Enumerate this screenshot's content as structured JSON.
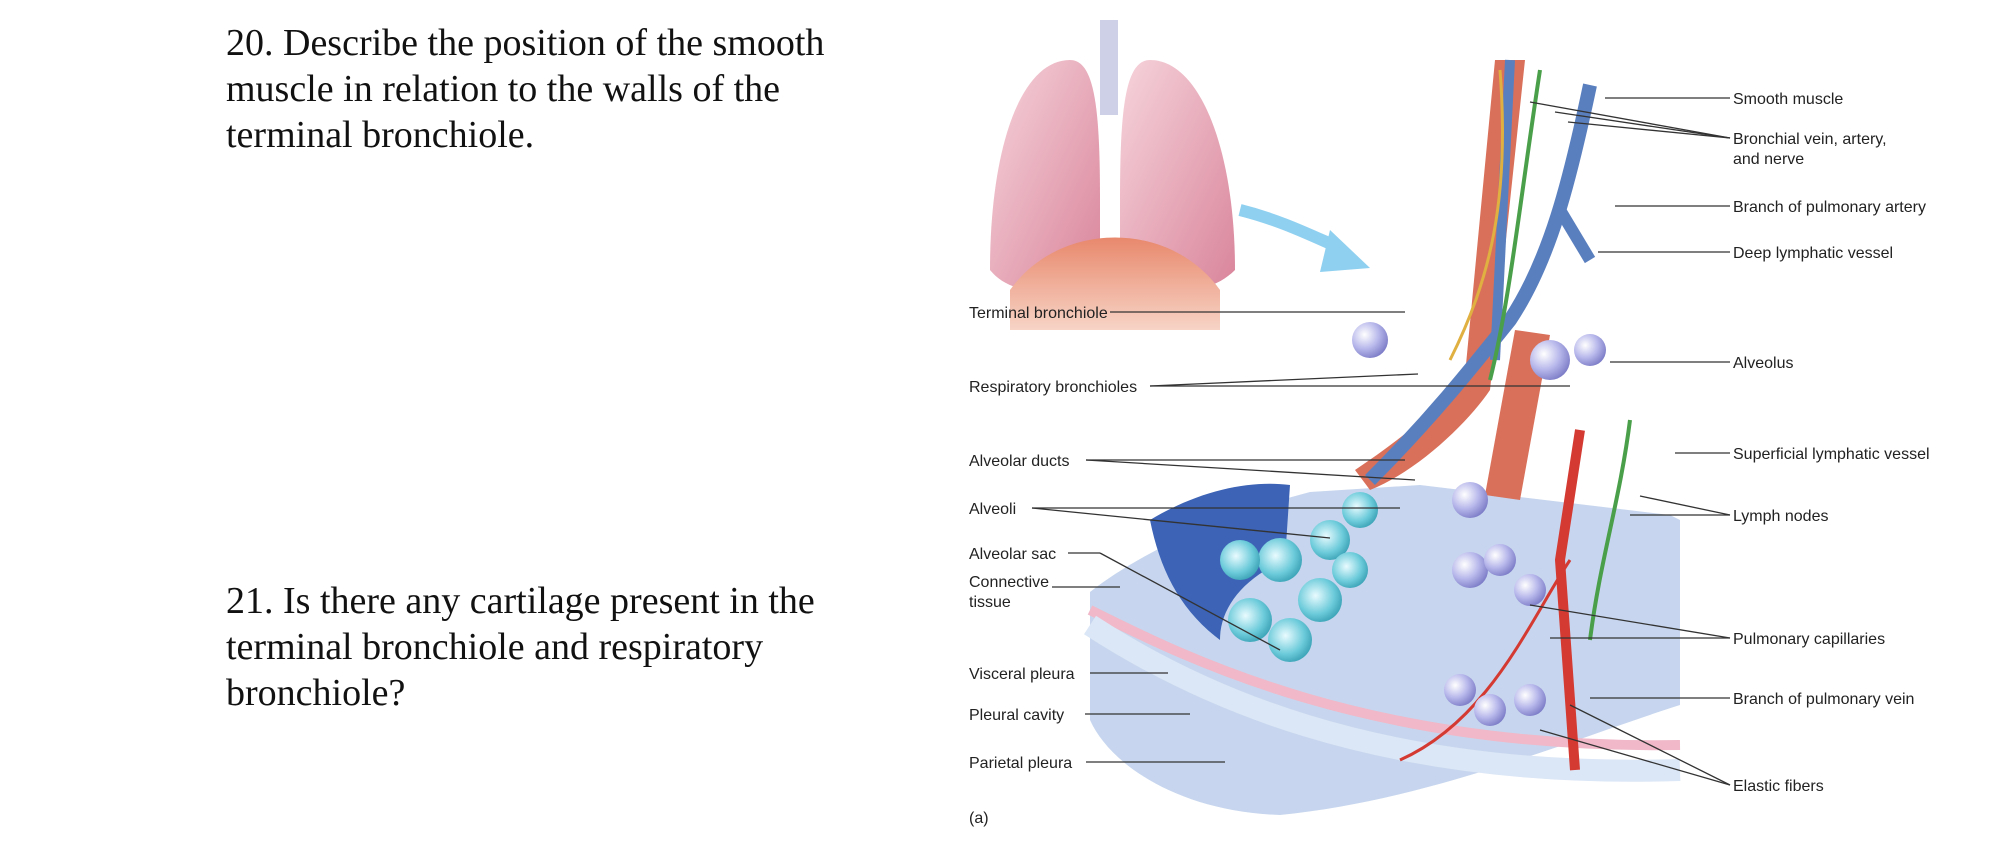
{
  "questions": [
    {
      "text": "20.  Describe the position of the smooth\nmuscle in relation to the walls of the\nterminal bronchiole."
    },
    {
      "text": "21.  Is there any cartilage present in the\nterminal bronchiole and respiratory\nbronchiole?"
    }
  ],
  "figure": {
    "panel_label": "(a)",
    "left_labels": {
      "terminal_bronchiole": "Terminal bronchiole",
      "respiratory_bronchioles": "Respiratory bronchioles",
      "alveolar_ducts": "Alveolar ducts",
      "alveoli": "Alveoli",
      "alveolar_sac": "Alveolar sac",
      "connective_tissue_1": "Connective",
      "connective_tissue_2": "tissue",
      "visceral_pleura": "Visceral pleura",
      "pleural_cavity": "Pleural cavity",
      "parietal_pleura": "Parietal pleura"
    },
    "right_labels": {
      "smooth_muscle": "Smooth muscle",
      "bronchial_vein_1": "Bronchial vein, artery,",
      "bronchial_vein_2": "and nerve",
      "branch_pulmonary_artery": "Branch of pulmonary artery",
      "deep_lymphatic": "Deep lymphatic vessel",
      "alveolus": "Alveolus",
      "superficial_lymphatic": "Superficial lymphatic vessel",
      "lymph_nodes": "Lymph nodes",
      "pulmonary_capillaries": "Pulmonary capillaries",
      "branch_pulmonary_vein": "Branch of pulmonary vein",
      "elastic_fibers": "Elastic fibers"
    },
    "colors": {
      "muscle": "#d9705a",
      "artery": "#5a7fbf",
      "vein": "#d43a32",
      "nerve": "#e0b040",
      "lymph": "#4aa04a",
      "alveoli": "#5bbfcf",
      "pleura": "#c7d6ee",
      "pleura_pink": "#f0b8c8",
      "arrow": "#8fd0f0",
      "lung": "#e7a6b3"
    }
  }
}
